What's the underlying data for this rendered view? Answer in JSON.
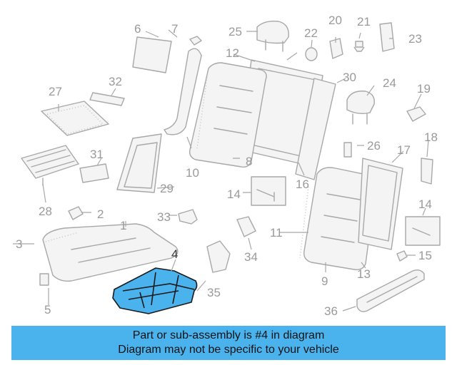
{
  "diagram": {
    "highlight_color": "#4ab3ee",
    "callouts": [
      "1",
      "2",
      "3",
      "4",
      "5",
      "6",
      "7",
      "8",
      "9",
      "10",
      "11",
      "12",
      "13",
      "14",
      "14",
      "15",
      "16",
      "17",
      "18",
      "19",
      "20",
      "21",
      "22",
      "23",
      "24",
      "25",
      "26",
      "27",
      "28",
      "29",
      "30",
      "31",
      "32",
      "33",
      "34",
      "35",
      "36"
    ],
    "highlighted": "4"
  },
  "banner": {
    "line1": "Part or sub-assembly is #4 in diagram",
    "line2": "Diagram may not be specific to your vehicle",
    "color": "#4ab3ee"
  }
}
